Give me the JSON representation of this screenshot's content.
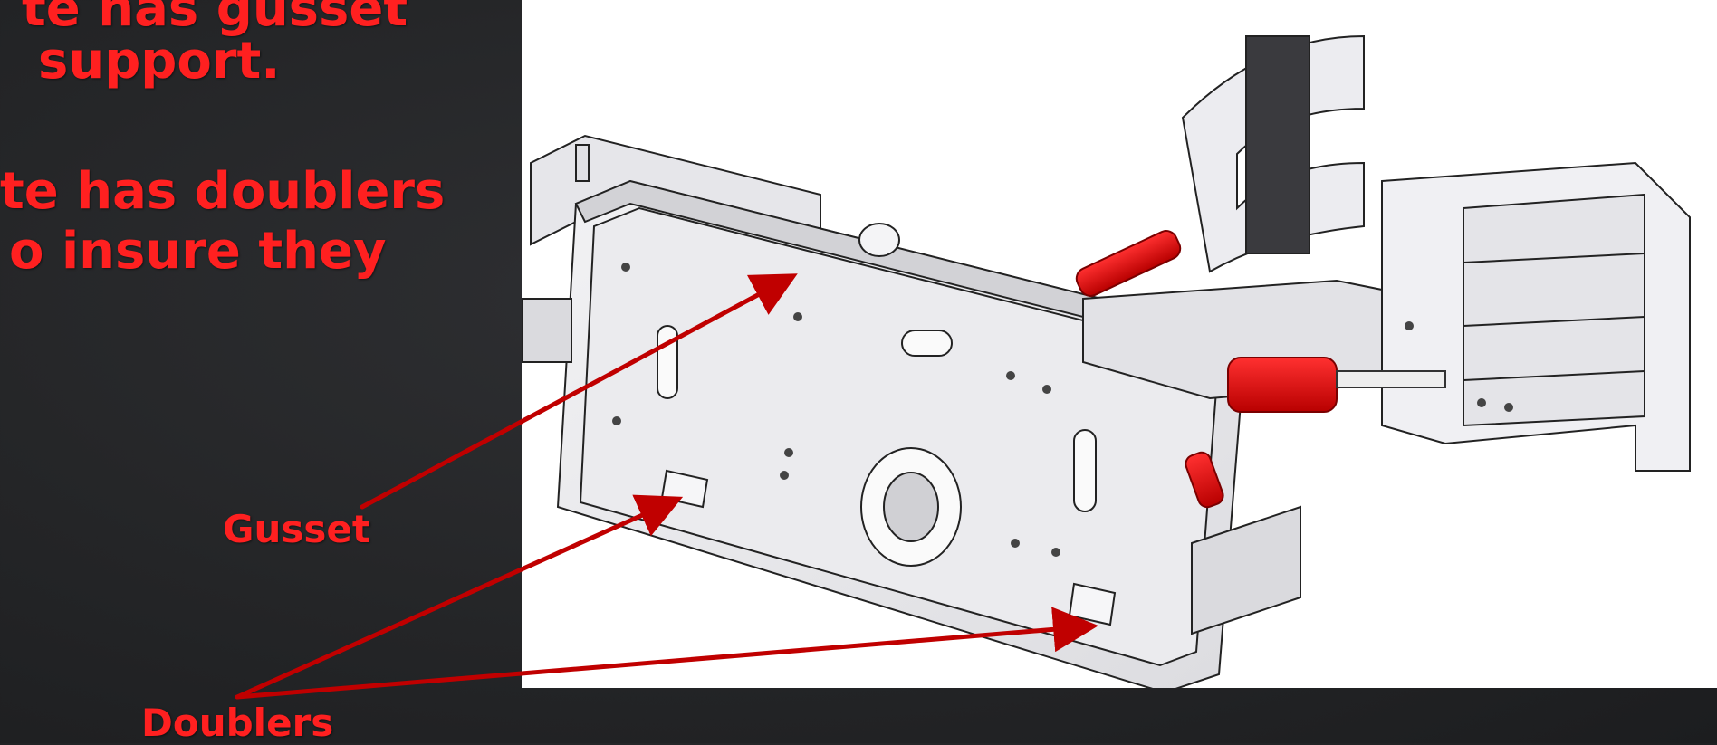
{
  "slide": {
    "bullet_lines": [
      "te has gusset",
      "support.",
      "te has doublers",
      "o insure they"
    ],
    "callouts": {
      "gusset": "Gusset",
      "doublers": "Doublers"
    }
  },
  "colors": {
    "accent_red": "#ff2020",
    "arrow_red": "#c00000",
    "background": "#262729",
    "figure_background": "#ffffff"
  },
  "figure": {
    "subject": "CAD line drawing of a mounting plate with clamp attachment"
  }
}
